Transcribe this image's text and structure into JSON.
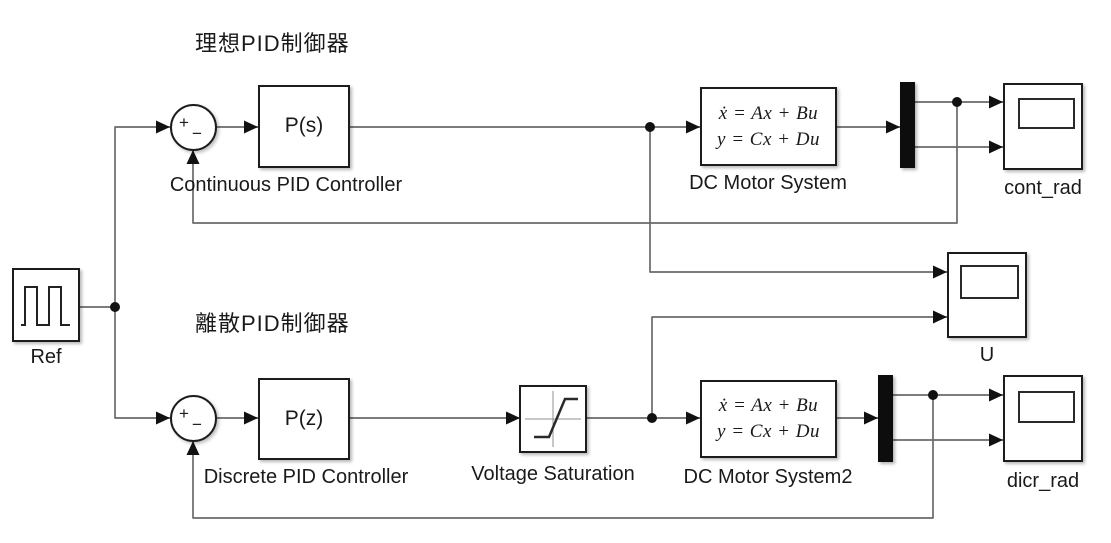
{
  "diagram": {
    "title_top": "理想PID制御器",
    "title_bottom": "離散PID制御器",
    "blocks": {
      "ref": {
        "icon": "pulse-wave-icon",
        "label": "Ref"
      },
      "sum_top": {
        "plus": "+",
        "minus": "−"
      },
      "sum_bottom": {
        "plus": "+",
        "minus": "−"
      },
      "pid_continuous": {
        "text": "P(s)",
        "label": "Continuous PID Controller"
      },
      "pid_discrete": {
        "text": "P(z)",
        "label": "Discrete PID Controller"
      },
      "motor_top": {
        "eq1": "ẋ = Ax + Bu",
        "eq2": "y = Cx + Du",
        "label": "DC Motor System"
      },
      "motor_bottom": {
        "eq1": "ẋ = Ax + Bu",
        "eq2": "y = Cx + Du",
        "label": "DC Motor System2"
      },
      "saturation": {
        "icon": "saturation-curve-icon",
        "label": "Voltage Saturation"
      },
      "mux_top": {
        "icon": "mux-bar"
      },
      "mux_bottom": {
        "icon": "mux-bar"
      },
      "scope_cont": {
        "icon": "scope-screen-icon",
        "label": "cont_rad"
      },
      "scope_u": {
        "icon": "scope-screen-icon",
        "label": "U"
      },
      "scope_dicr": {
        "icon": "scope-screen-icon",
        "label": "dicr_rad"
      }
    },
    "colors": {
      "background": "#ffffff",
      "wire": "#6a6a6a",
      "arrow": "#111111",
      "block_border": "#1c1c1c",
      "mux_fill": "#0d0d0d",
      "text": "#1a1a1a"
    }
  }
}
